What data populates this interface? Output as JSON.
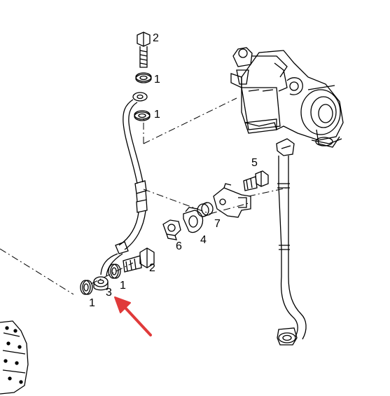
{
  "diagram": {
    "callouts": [
      {
        "id": "c-2-top",
        "text": "2"
      },
      {
        "id": "c-1-washer-top",
        "text": "1"
      },
      {
        "id": "c-1-washer-mid",
        "text": "1"
      },
      {
        "id": "c-5",
        "text": "5"
      },
      {
        "id": "c-7",
        "text": "7"
      },
      {
        "id": "c-6",
        "text": "6"
      },
      {
        "id": "c-4",
        "text": "4"
      },
      {
        "id": "c-2-bottom",
        "text": "2"
      },
      {
        "id": "c-1-bottom-right",
        "text": "1"
      },
      {
        "id": "c-1-bottom-left",
        "text": "1"
      },
      {
        "id": "c-3",
        "text": "3"
      }
    ],
    "colors": {
      "ink": "#000000",
      "arrow": "#e03a3a",
      "background": "#ffffff"
    }
  }
}
